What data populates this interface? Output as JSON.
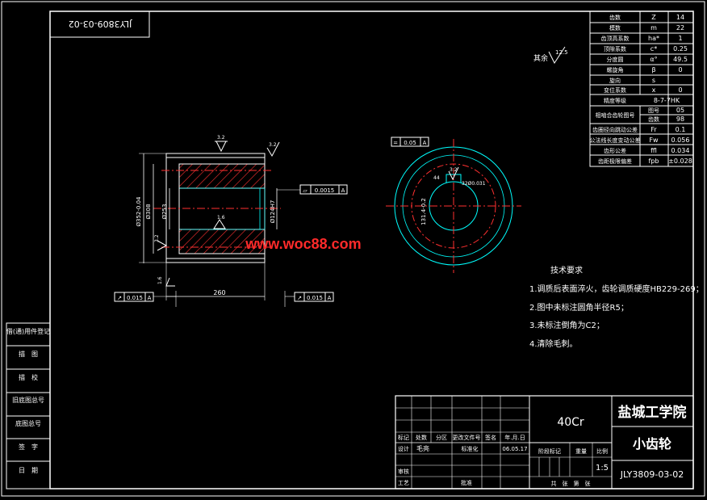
{
  "watermark": "www.woc88.com",
  "drawing_no_flipped": "JLY3809-03-02",
  "surface_roughness_rest": {
    "prefix": "其余",
    "value": "12.5"
  },
  "gear_params": [
    {
      "name": "齿数",
      "sym": "Z",
      "val": "14"
    },
    {
      "name": "模数",
      "sym": "m",
      "val": "22"
    },
    {
      "name": "齿顶高系数",
      "sym": "ha*",
      "val": "1"
    },
    {
      "name": "顶隙系数",
      "sym": "c*",
      "val": "0.25"
    },
    {
      "name": "分度圆",
      "sym": "α°",
      "val": "49.5"
    },
    {
      "name": "螺旋角",
      "sym": "β",
      "val": "0"
    },
    {
      "name": "旋向",
      "sym": "s",
      "val": ""
    },
    {
      "name": "变位系数",
      "sym": "x",
      "val": "0"
    },
    {
      "name": "精度等级",
      "sym": "",
      "val": "8-7-7HK"
    }
  ],
  "pair_row": {
    "name": "相啮合齿轮图号",
    "sub1": "图号",
    "v1": "05",
    "sub2": "齿数",
    "v2": "98"
  },
  "tolerance_rows": [
    {
      "name": "齿圈径向跳动公差",
      "sym": "Fr",
      "val": "0.1"
    },
    {
      "name": "公法线长度变动公差",
      "sym": "Fw",
      "val": "0.056"
    },
    {
      "name": "齿形公差",
      "sym": "ffl",
      "val": "0.034"
    },
    {
      "name": "齿距极限偏差",
      "sym": "fpb",
      "val": "±0.028"
    }
  ],
  "dims": {
    "length": "260",
    "top_rough": "3.2",
    "top_rough2": "3.2",
    "bore_rough": "1.6",
    "side_rough": "3.2",
    "bottom_rough": "1.6",
    "od_dim": "Ø352-0.04",
    "od2_dim": "Ø308",
    "inner_dim": "Ø253",
    "bore_dim": "Ø124H7",
    "flatness_sym": "▱",
    "flatness_val": "0.0015",
    "flatness_ref": "A",
    "runout_left_val": "0.015",
    "runout_left_ref": "A",
    "runout_right_val": "0.015",
    "runout_right_ref": "A",
    "par_val": "0.05",
    "par_ref": "A",
    "key_w": "44",
    "key_rough": "3.2",
    "key_dim": "32Ø0.031",
    "key_h": "131.4-0.2"
  },
  "tech_req": {
    "title": "技术要求",
    "items": [
      "1.调质后表面淬火，齿轮调质硬度HB229-269；",
      "2.图中未标注圆角半径R5；",
      "3.未标注倒角为C2；",
      "4.清除毛刺。"
    ]
  },
  "left_margin": [
    "借(通)用件登记",
    "描　图",
    "描　校",
    "旧底图总号",
    "底图总号",
    "签　字",
    "日　期"
  ],
  "title_block": {
    "material": "40Cr",
    "school": "盐城工学院",
    "part_name": "小齿轮",
    "drawing_no": "JLY3809-03-02",
    "scale": "1:5",
    "headers": [
      "标记",
      "处数",
      "分区",
      "更改文件号",
      "签名",
      "年.月.日"
    ],
    "row_design": {
      "label": "设计",
      "name": "毛亮",
      "std": "标准化",
      "date": "06.05.17"
    },
    "stage_label": "阶段标记",
    "weight_label": "重量",
    "scale_label": "比例",
    "review": "审核",
    "process": "工艺",
    "approve": "批准",
    "sheets": "共　张　第　张"
  }
}
